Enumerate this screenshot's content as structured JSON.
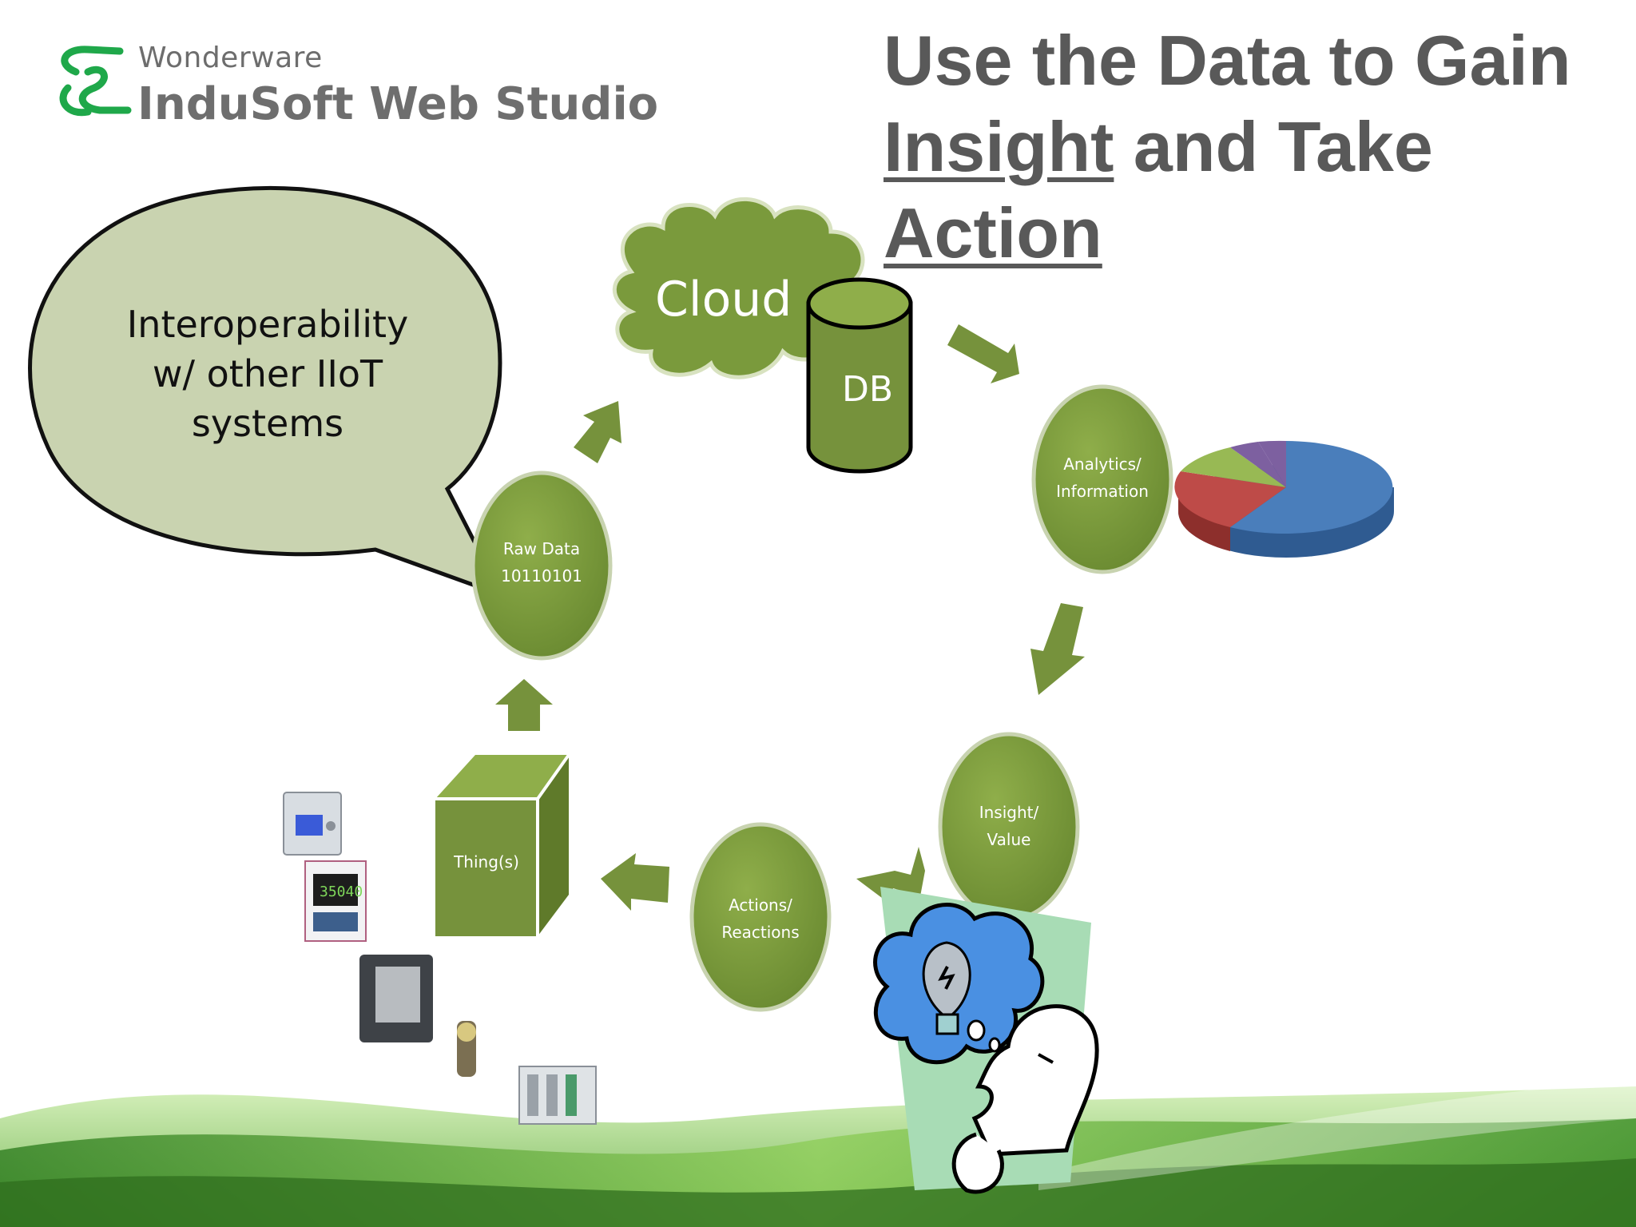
{
  "logo": {
    "top_text": "Wonderware",
    "main_text": "InduSoft Web Studio"
  },
  "title": {
    "part1": "Use the Data to Gain",
    "insight": "Insight",
    "part2": " and Take",
    "action": "Action"
  },
  "speech_bubble": {
    "line1": "Interoperability",
    "line2": "w/ other IIoT",
    "line3": "systems"
  },
  "nodes": {
    "cloud": "Cloud",
    "db": "DB",
    "raw_data": {
      "line1": "Raw Data",
      "line2": "10110101"
    },
    "analytics": {
      "line1": "Analytics/",
      "line2": "Information"
    },
    "insight": {
      "line1": "Insight/",
      "line2": "Value"
    },
    "actions": {
      "line1": "Actions/",
      "line2": "Reactions"
    },
    "things": "Thing(s)"
  },
  "colors": {
    "node_green": "#76923c",
    "node_light": "#8fac4c",
    "bubble_fill": "#c9d3b0",
    "title_gray": "#595959",
    "pie_blue": "#4a7ebb",
    "pie_red": "#be4b48",
    "pie_green": "#98b954",
    "pie_purple": "#7d60a0",
    "thought_blue": "#4a90e2",
    "figure_bg": "#a8dcb5"
  }
}
